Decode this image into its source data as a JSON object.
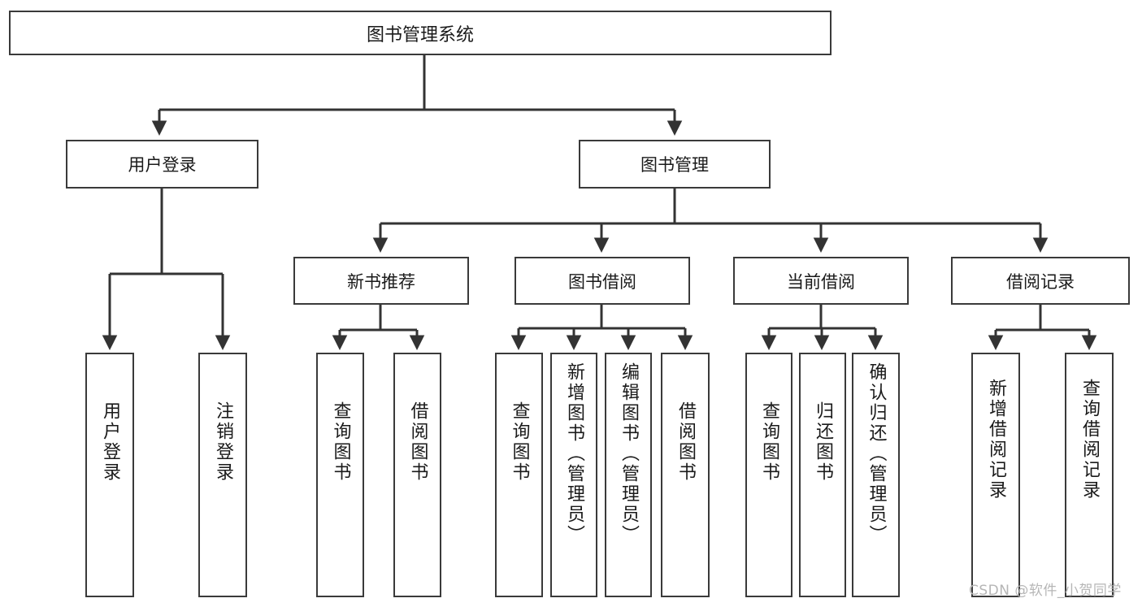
{
  "diagram": {
    "title": "图书管理系统",
    "type": "hierarchy-tree",
    "watermark": "CSDN @软件_小贺同学",
    "colors": {
      "box_border": "#3a3a3a",
      "box_fill": "#ffffff",
      "edge": "#333333",
      "text": "#1a1a1a",
      "watermark": "#b6b6b6"
    },
    "nodes": {
      "root": {
        "label": "图书管理系统"
      },
      "level1": [
        {
          "id": "user-login",
          "label": "用户登录"
        },
        {
          "id": "book-manage",
          "label": "图书管理"
        }
      ],
      "level2": [
        {
          "id": "new-book-rec",
          "label": "新书推荐"
        },
        {
          "id": "book-borrow",
          "label": "图书借阅"
        },
        {
          "id": "current-borrow",
          "label": "当前借阅"
        },
        {
          "id": "borrow-record",
          "label": "借阅记录"
        }
      ],
      "leaves": {
        "user-login": [
          {
            "id": "leaf-user-login",
            "label": "用户登录"
          },
          {
            "id": "leaf-logout",
            "label": "注销登录"
          }
        ],
        "new-book-rec": [
          {
            "id": "leaf-query-book-1",
            "label": "查询图书"
          },
          {
            "id": "leaf-borrow-book-1",
            "label": "借阅图书"
          }
        ],
        "book-borrow": [
          {
            "id": "leaf-query-book-2",
            "label": "查询图书"
          },
          {
            "id": "leaf-add-book",
            "label": "新增图书（管理员）"
          },
          {
            "id": "leaf-edit-book",
            "label": "编辑图书（管理员）"
          },
          {
            "id": "leaf-borrow-book-2",
            "label": "借阅图书"
          }
        ],
        "current-borrow": [
          {
            "id": "leaf-query-book-3",
            "label": "查询图书"
          },
          {
            "id": "leaf-return-book",
            "label": "归还图书"
          },
          {
            "id": "leaf-confirm-return",
            "label": "确认归还（管理员）"
          }
        ],
        "borrow-record": [
          {
            "id": "leaf-add-record",
            "label": "新增借阅记录"
          },
          {
            "id": "leaf-query-record",
            "label": "查询借阅记录"
          }
        ]
      }
    }
  }
}
